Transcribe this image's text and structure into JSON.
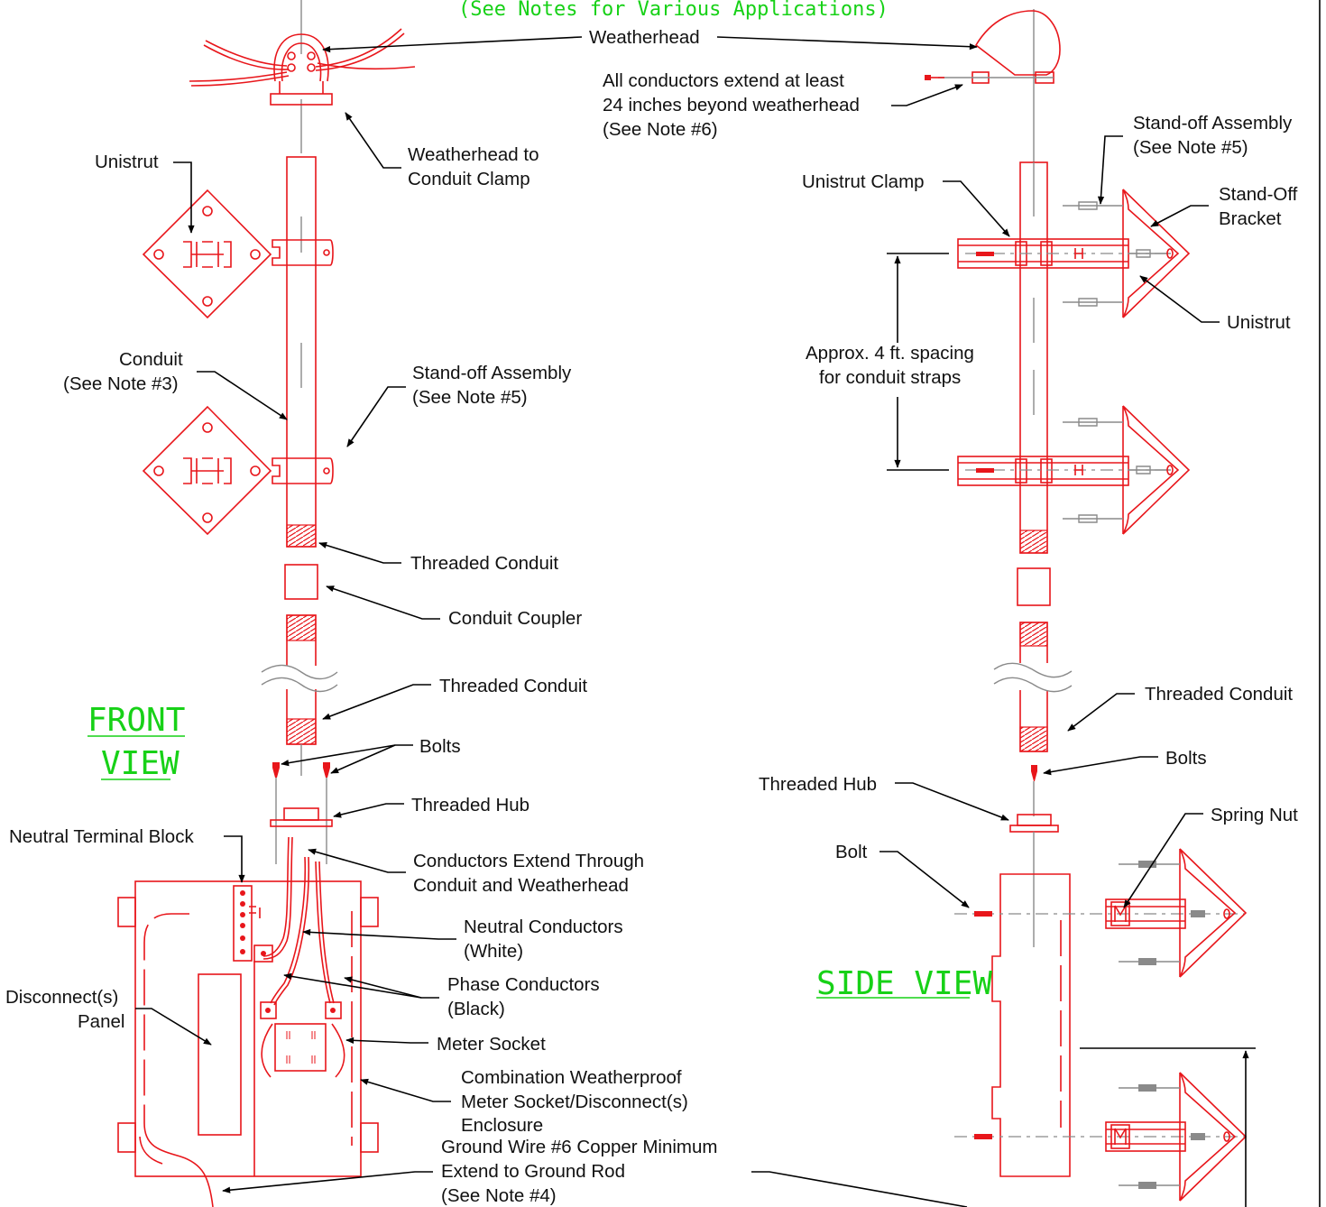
{
  "top_note": "(See Notes for Various Applications)",
  "views": {
    "front": [
      "FRONT",
      "VIEW"
    ],
    "side": "SIDE  VIEW"
  },
  "front_labels": {
    "weatherhead": "Weatherhead",
    "clamp": [
      "Weatherhead to",
      "Conduit Clamp"
    ],
    "unistrut": "Unistrut",
    "conduit": [
      "Conduit",
      "(See Note #3)"
    ],
    "standoff": [
      "Stand-off Assembly",
      "(See Note #5)"
    ],
    "threaded_conduit_upper": "Threaded Conduit",
    "coupler": "Conduit Coupler",
    "threaded_conduit_lower": "Threaded Conduit",
    "bolts": "Bolts",
    "threaded_hub": "Threaded Hub",
    "neutral_block": "Neutral Terminal Block",
    "conductors_extend": [
      "Conductors Extend Through",
      "Conduit and Weatherhead"
    ],
    "neutral_conductors": [
      "Neutral Conductors",
      "(White)"
    ],
    "phase_conductors": [
      "Phase Conductors",
      "(Black)"
    ],
    "disconnect_panel": [
      "Disconnect(s)",
      "Panel"
    ],
    "meter_socket": "Meter Socket",
    "enclosure": [
      "Combination Weatherproof",
      "Meter Socket/Disconnect(s)",
      "Enclosure"
    ],
    "ground_wire": [
      "Ground Wire #6 Copper Minimum",
      "Extend to Ground Rod",
      "(See Note #4)"
    ]
  },
  "side_labels": {
    "all_conductors": [
      "All conductors extend at least",
      "24 inches beyond weatherhead",
      "(See Note #6)"
    ],
    "standoff": [
      "Stand-off Assembly",
      "(See Note #5)"
    ],
    "standoff_bracket": [
      "Stand-Off",
      "Bracket"
    ],
    "unistrut_clamp": "Unistrut Clamp",
    "unistrut": "Unistrut",
    "spacing": [
      "Approx. 4 ft. spacing",
      "for conduit straps"
    ],
    "threaded_conduit": "Threaded Conduit",
    "bolts": "Bolts",
    "threaded_hub": "Threaded Hub",
    "spring_nut": "Spring Nut",
    "bolt": "Bolt"
  }
}
